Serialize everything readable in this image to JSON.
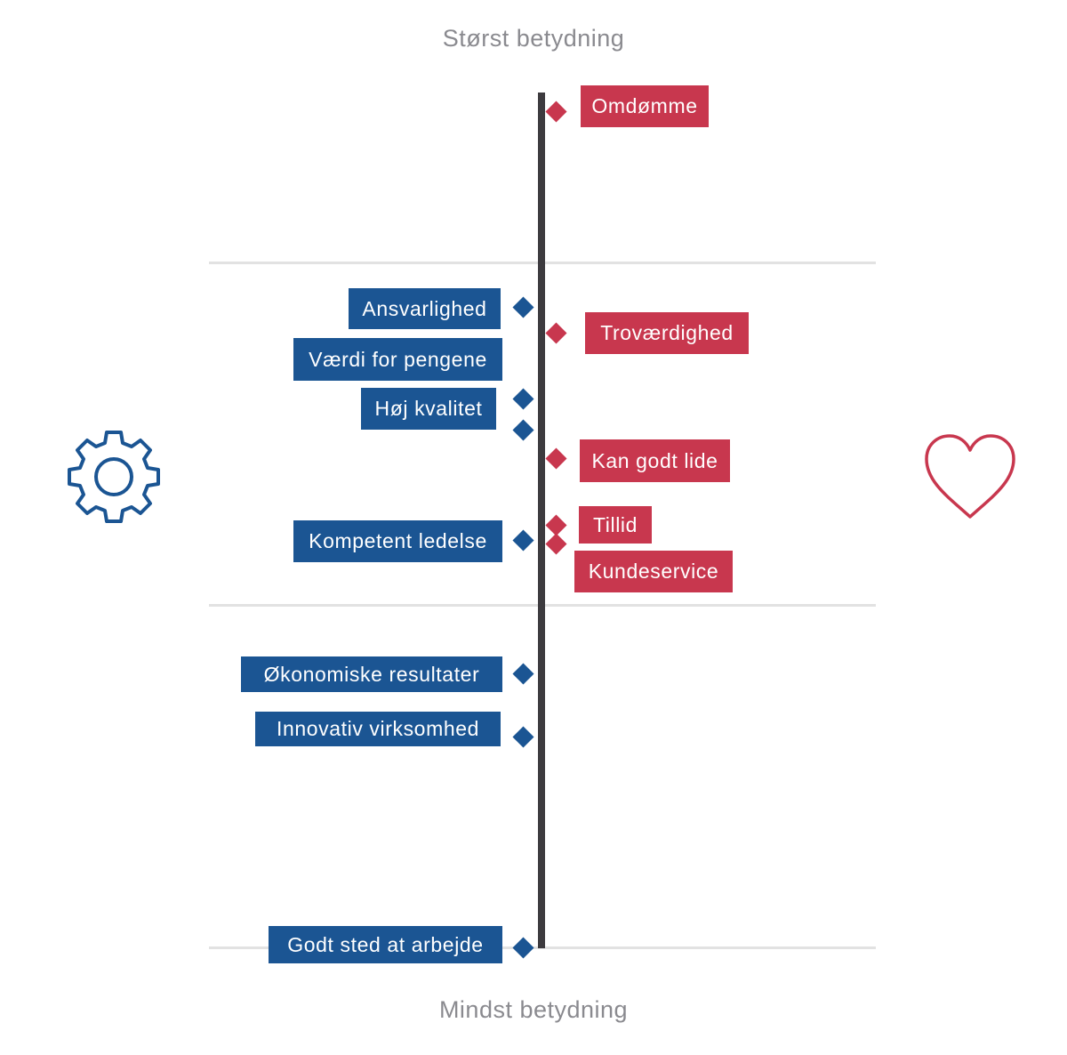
{
  "axis": {
    "top_label": "Størst betydning",
    "bottom_label": "Mindst betydning"
  },
  "colors": {
    "rational": "#1b5593",
    "emotional": "#c8374e",
    "spine": "#3d3b3f",
    "divider": "#e2e2e2",
    "axis_text": "#8a8a8f"
  },
  "icons": {
    "left": "gear-icon",
    "right": "heart-icon"
  },
  "rational_items": [
    "Ansvarlighed",
    "Værdi for pengene",
    "Høj kvalitet",
    "Kompetent ledelse",
    "Økonomiske resultater",
    "Innovativ virksomhed",
    "Godt sted at arbejde"
  ],
  "emotional_items": [
    "Omdømme",
    "Troværdighed",
    "Kan godt lide",
    "Tillid",
    "Kundeservice"
  ]
}
